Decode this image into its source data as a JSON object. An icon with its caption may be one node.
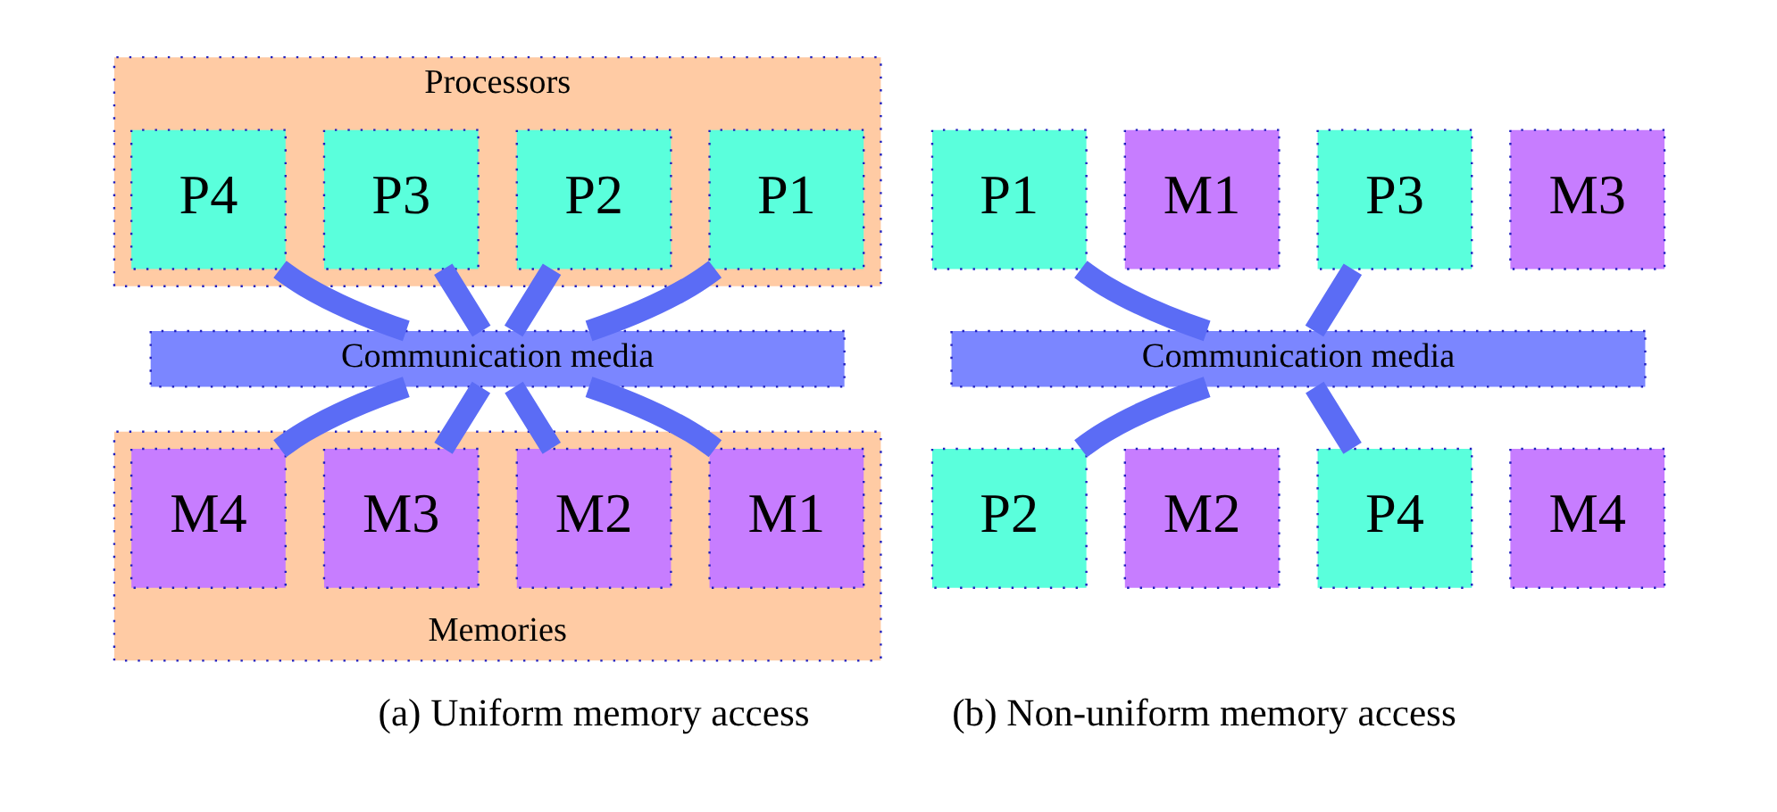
{
  "diagram": {
    "nodes": [
      {
        "text": [
          "Processors"
        ]
      },
      {
        "text": [
          "P1"
        ],
        "in": 0
      },
      {
        "text": [
          "P2"
        ],
        "in": 0
      },
      {
        "text": [
          "P3"
        ],
        "in": 0
      },
      {
        "text": [
          "P4"
        ],
        "in": 0
      },
      {
        "text": [
          "Communication media"
        ]
      },
      {
        "text": [
          "Memories"
        ]
      },
      {
        "text": [
          "M1"
        ],
        "in": 6
      },
      {
        "text": [
          "M2"
        ],
        "in": 6
      },
      {
        "text": [
          "M3"
        ],
        "in": 6
      },
      {
        "text": [
          "M4"
        ],
        "in": 6
      },
      {
        "text": [
          "P1"
        ]
      },
      {
        "text": [
          "M1"
        ]
      },
      {
        "text": [
          "P3"
        ]
      },
      {
        "text": [
          "M3"
        ]
      },
      {
        "text": [
          "Communication media"
        ]
      },
      {
        "text": [
          "P2"
        ]
      },
      {
        "text": [
          "M2"
        ]
      },
      {
        "text": [
          "P4"
        ]
      },
      {
        "text": [
          "M4"
        ]
      }
    ],
    "edges": [
      {
        "from": 1,
        "to": 5,
        "arrow": "none"
      },
      {
        "from": 2,
        "to": 5,
        "arrow": "none"
      },
      {
        "from": 3,
        "to": 5,
        "arrow": "none"
      },
      {
        "from": 4,
        "to": 5,
        "arrow": "none"
      },
      {
        "from": 5,
        "to": 7,
        "arrow": "none"
      },
      {
        "from": 5,
        "to": 8,
        "arrow": "none"
      },
      {
        "from": 5,
        "to": 9,
        "arrow": "none"
      },
      {
        "from": 5,
        "to": 10,
        "arrow": "none"
      },
      {
        "from": 11,
        "to": 15,
        "arrow": "none"
      },
      {
        "from": 13,
        "to": 15,
        "arrow": "none"
      },
      {
        "from": 15,
        "to": 16,
        "arrow": "none"
      },
      {
        "from": 15,
        "to": 18,
        "arrow": "none"
      }
    ],
    "labels": [
      "(a) Uniform memory access",
      "(b) Non-uniform memory access"
    ]
  }
}
